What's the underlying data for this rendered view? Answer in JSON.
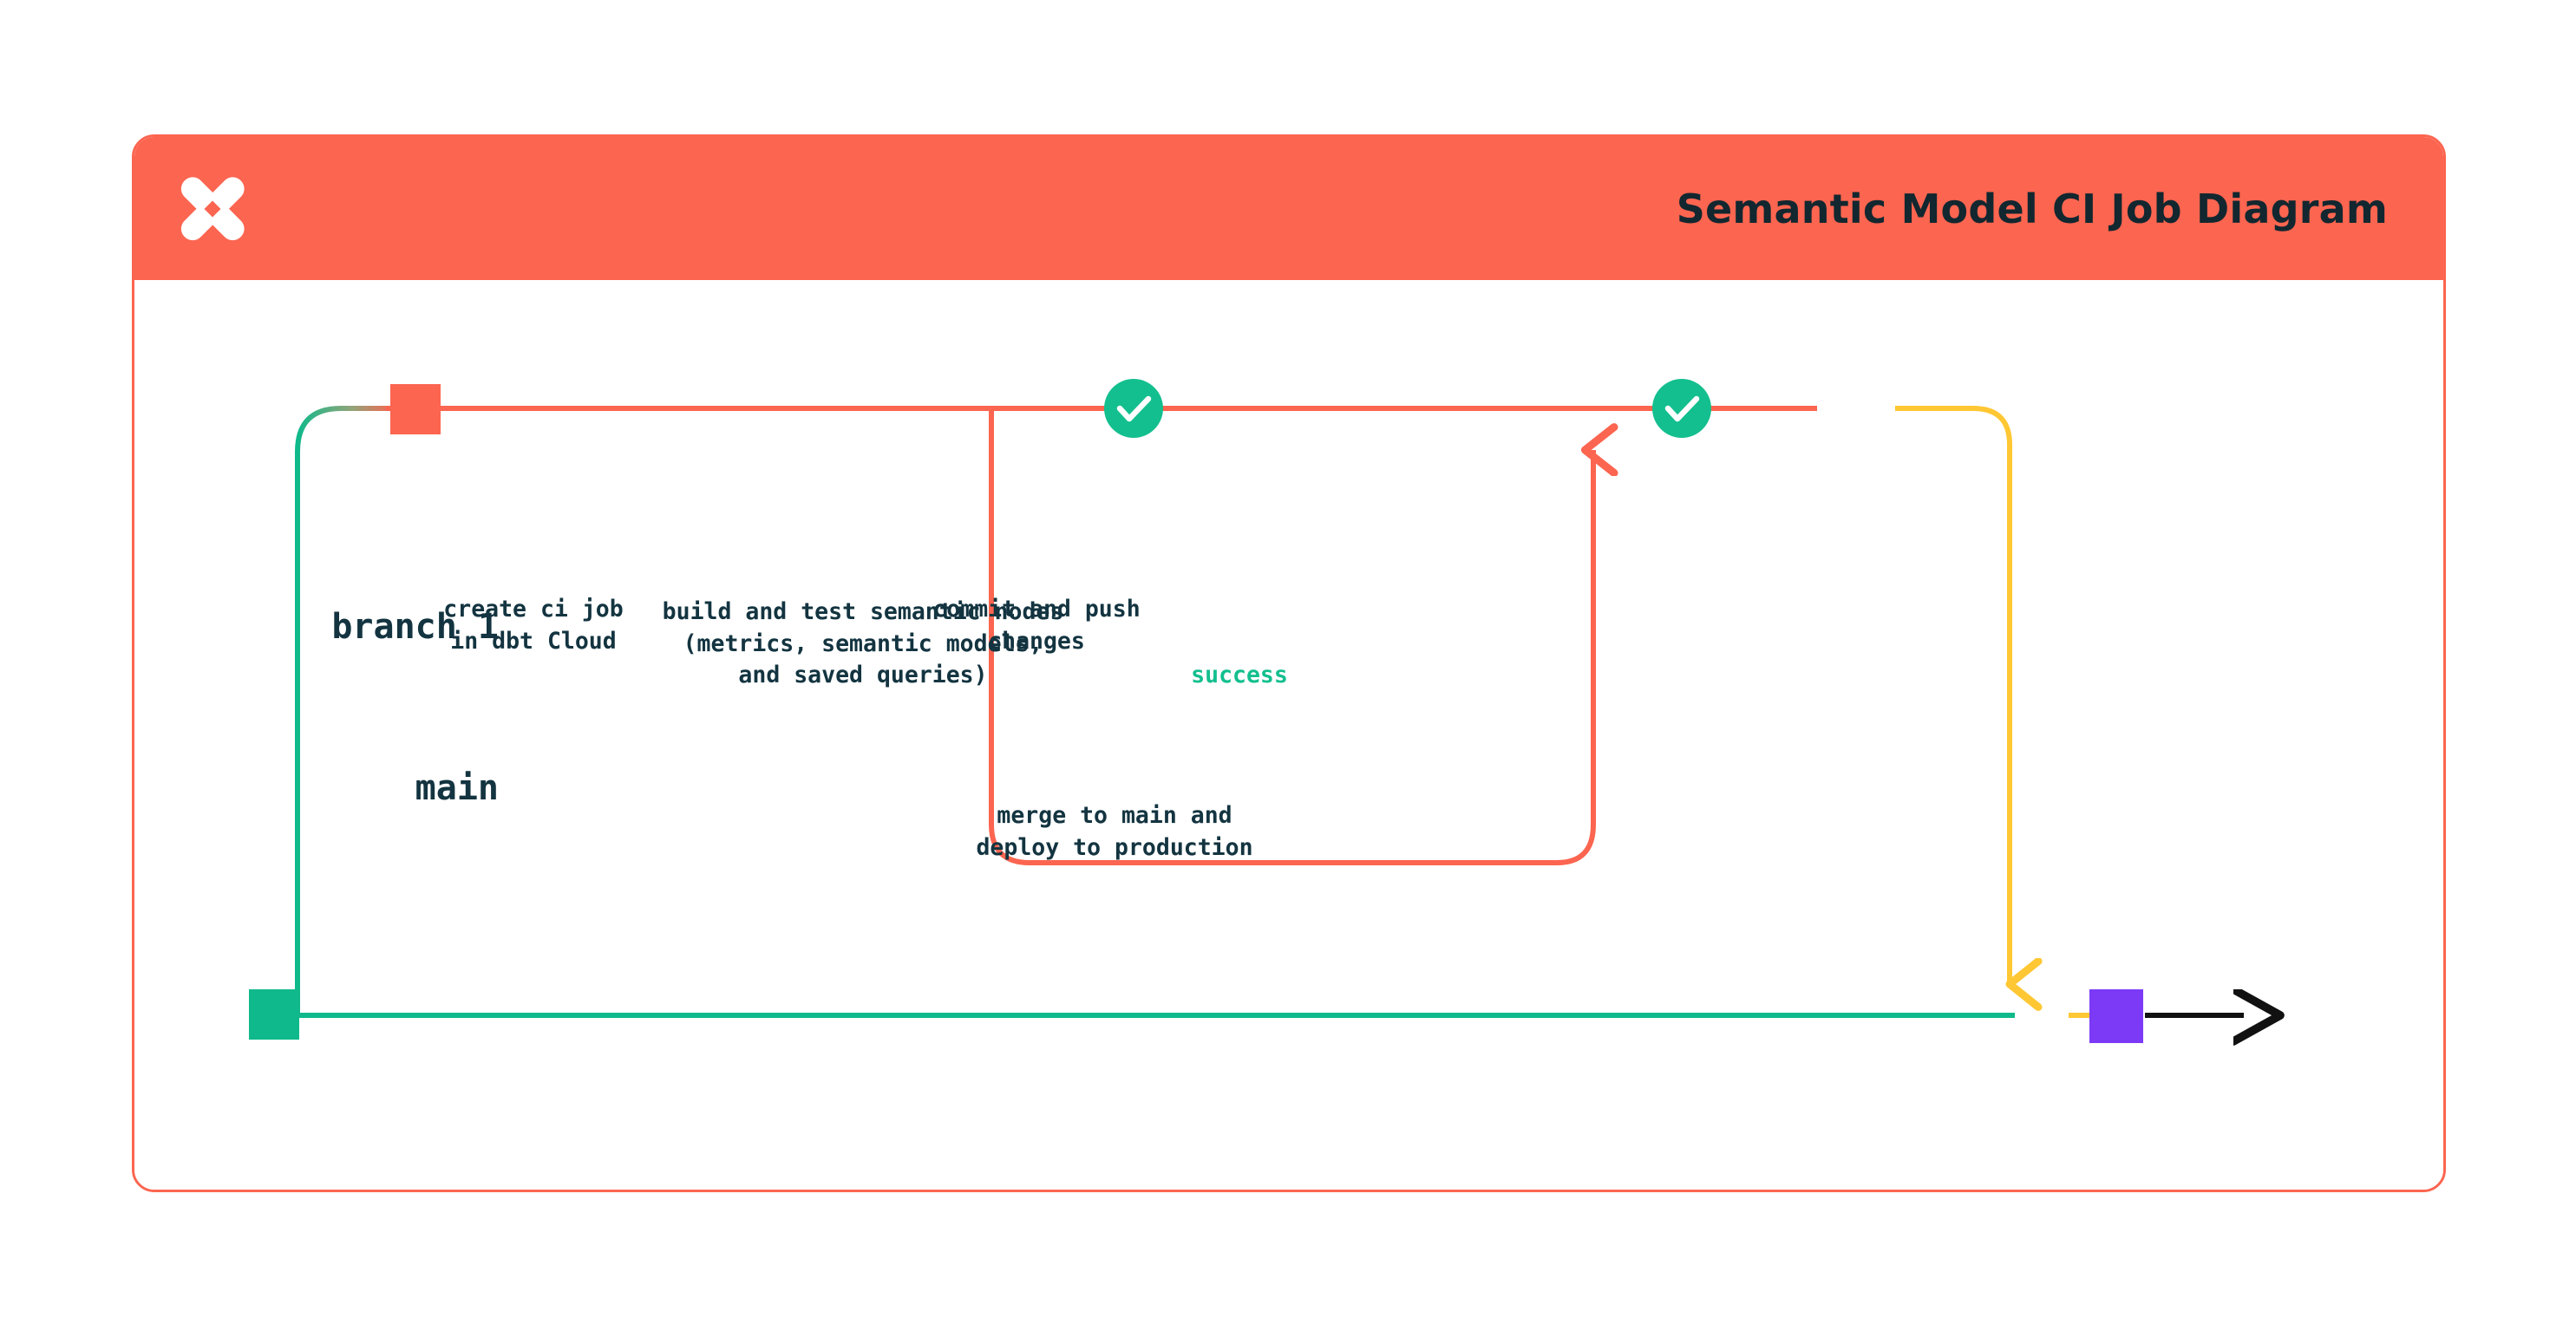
{
  "header": {
    "title": "Semantic Model CI Job Diagram",
    "logo_icon": "dbt-logo-icon",
    "background_color": "#FC6550",
    "title_color": "#12272F"
  },
  "card": {
    "border_color": "#FC6550",
    "background_color": "#FFFFFF"
  },
  "colors": {
    "main_branch_line": "#0FB98B",
    "branch_line_orange": "#FC6550",
    "commit_line_yellow": "#FFC733",
    "merge_node": "#7C3AF7",
    "ci_job_node": "#FC6550",
    "main_node": "#0FB98B",
    "check_circle": "#13BF8E",
    "success_label": "#13BF8E",
    "text_dark": "#133440",
    "arrow_black": "#111111"
  },
  "lanes": [
    {
      "id": "branch-1",
      "label": "branch 1",
      "color": "#FC6550"
    },
    {
      "id": "main",
      "label": "main",
      "color": "#0FB98B"
    }
  ],
  "nodes": [
    {
      "id": "create-ci-job",
      "lane": "branch-1",
      "marker": "square",
      "marker_color": "#FC6550",
      "caption": "create ci job\nin dbt Cloud"
    },
    {
      "id": "build-and-test",
      "lane": "branch-1",
      "marker": "check-circle",
      "marker_color": "#13BF8E",
      "caption": "build and test semantic nodes\n(metrics, semantic models,\nand saved queries)"
    },
    {
      "id": "commit-and-push",
      "lane": "branch-1",
      "marker": "check-circle",
      "marker_color": "#13BF8E",
      "caption": "commit and push\nchanges"
    },
    {
      "id": "merge-to-main",
      "lane": "main",
      "marker": "square",
      "marker_color": "#7C3AF7",
      "caption": "merge to main and\ndeploy to production"
    },
    {
      "id": "main-start",
      "lane": "main",
      "marker": "square",
      "marker_color": "#0FB98B",
      "caption": ""
    }
  ],
  "edges": [
    {
      "id": "branch-off",
      "from": "main",
      "to": "branch-1",
      "label": ""
    },
    {
      "id": "success-loop",
      "from": "build-and-test",
      "to": "build-and-test",
      "label": "success"
    },
    {
      "id": "merge-edge",
      "from": "commit-and-push",
      "to": "merge-to-main",
      "label": ""
    },
    {
      "id": "main-continues",
      "from": "merge-to-main",
      "to": "",
      "label": ""
    }
  ]
}
